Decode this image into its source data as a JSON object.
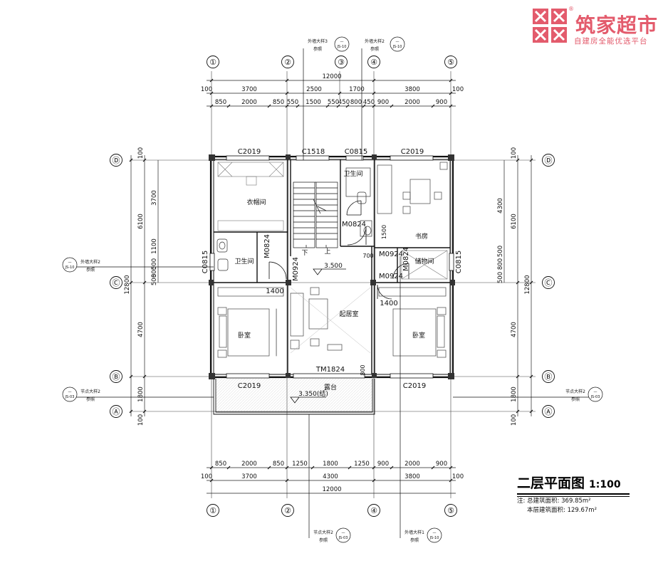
{
  "brand": {
    "name": "筑家超市",
    "slogan": "自建房全能优选平台",
    "reg_mark": "®",
    "color": "#e35b6c"
  },
  "title": {
    "main": "二层平面图",
    "scale": "1:100"
  },
  "notes": {
    "label": "注:",
    "total_area": "总建筑面积: 369.85m²",
    "floor_area": "本层建筑面积: 129.67m²"
  },
  "axes": {
    "columns": [
      "①",
      "②",
      "③",
      "④",
      "⑤"
    ],
    "rows": [
      "Ⓓ",
      "Ⓒ",
      "Ⓑ",
      "Ⓐ"
    ]
  },
  "dims": {
    "top_total": "12000",
    "top_mid": [
      "100",
      "3700",
      "2500",
      "1700",
      "3800",
      "100"
    ],
    "top_inner": [
      "850",
      "2000",
      "850",
      "550",
      "1500",
      "550",
      "450",
      "800",
      "450",
      "900",
      "2000",
      "900"
    ],
    "bot_inner": [
      "850",
      "2000",
      "850",
      "1250",
      "1800",
      "1250",
      "900",
      "2000",
      "900"
    ],
    "bot_mid": [
      "100",
      "3700",
      "4300",
      "3800",
      "100"
    ],
    "bot_total": "12000",
    "left_total": "12800",
    "left_mid": [
      "100",
      "6100",
      "4700",
      "1800",
      "100"
    ],
    "left_inner": [
      "3700",
      "1100",
      "500",
      "800",
      "500"
    ],
    "right_total": "12800",
    "right_mid": [
      "100",
      "6100",
      "4700",
      "1800",
      "100"
    ],
    "right_inner": [
      "4300",
      "500",
      "800",
      "500"
    ]
  },
  "rooms": {
    "closet": "衣帽间",
    "bath_left": "卫生间",
    "bath_right": "卫生间",
    "study": "书房",
    "storage": "储物间",
    "living": "起居室",
    "bed_left": "卧室",
    "bed_right": "卧室",
    "terrace": "露台"
  },
  "labels": {
    "c2019_a": "C2019",
    "c1518": "C1518",
    "c0815_top": "C0815",
    "c2019_b": "C2019",
    "c0815_left": "C0815",
    "c0815_right": "C0815",
    "c2019_c": "C2019",
    "c2019_d": "C2019",
    "m0824_a": "M0824",
    "m0824_b": "M0824",
    "m0824_c": "M0824",
    "m0924_a": "M0924",
    "m0924_b": "M0924",
    "m0924_c": "M0924",
    "tm1824": "TM1824",
    "d700": "700",
    "d1500": "1500",
    "d1400a": "1400",
    "d1400b": "1400",
    "d800": "800",
    "stair_down": "下",
    "stair_up": "上",
    "elev_living": "3.500",
    "elev_terrace": "3.350(结)"
  },
  "callouts": {
    "c1": "外墙大样3",
    "c2": "外墙大样2",
    "c3": "外墙大样2",
    "c4": "节点大样2",
    "c5": "节点大样2",
    "c6": "节点大样2",
    "c7": "外墙大样1",
    "ref": "参照",
    "sheet": "JS-10",
    "sheet2": "JS-03",
    "dash": "—"
  }
}
